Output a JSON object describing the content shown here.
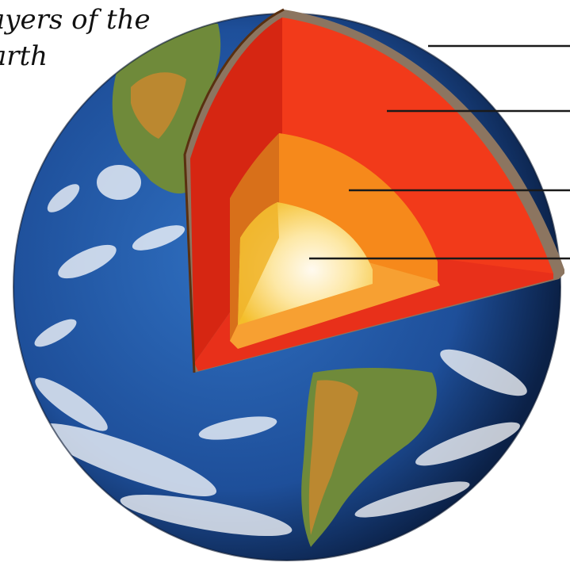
{
  "title": {
    "line1": "ayers of the",
    "line2": "arth"
  },
  "colors": {
    "ocean": "#1e4f9a",
    "ocean_dark": "#0b2147",
    "land": "#6f8a3a",
    "desert": "#c9872f",
    "crust": "#8c7560",
    "mantle": "#f23a1a",
    "mantle_side": "#d62612",
    "outer_core": "#f6891b",
    "outer_core_side": "#d8701a",
    "inner_core": "#fff1c8",
    "inner_core_edge": "#f4be2a",
    "leader_line": "#1a1a1a"
  },
  "layers": [
    {
      "id": "crust",
      "label": ""
    },
    {
      "id": "mantle",
      "label": ""
    },
    {
      "id": "outer-core",
      "label": ""
    },
    {
      "id": "inner-core",
      "label": ""
    }
  ]
}
